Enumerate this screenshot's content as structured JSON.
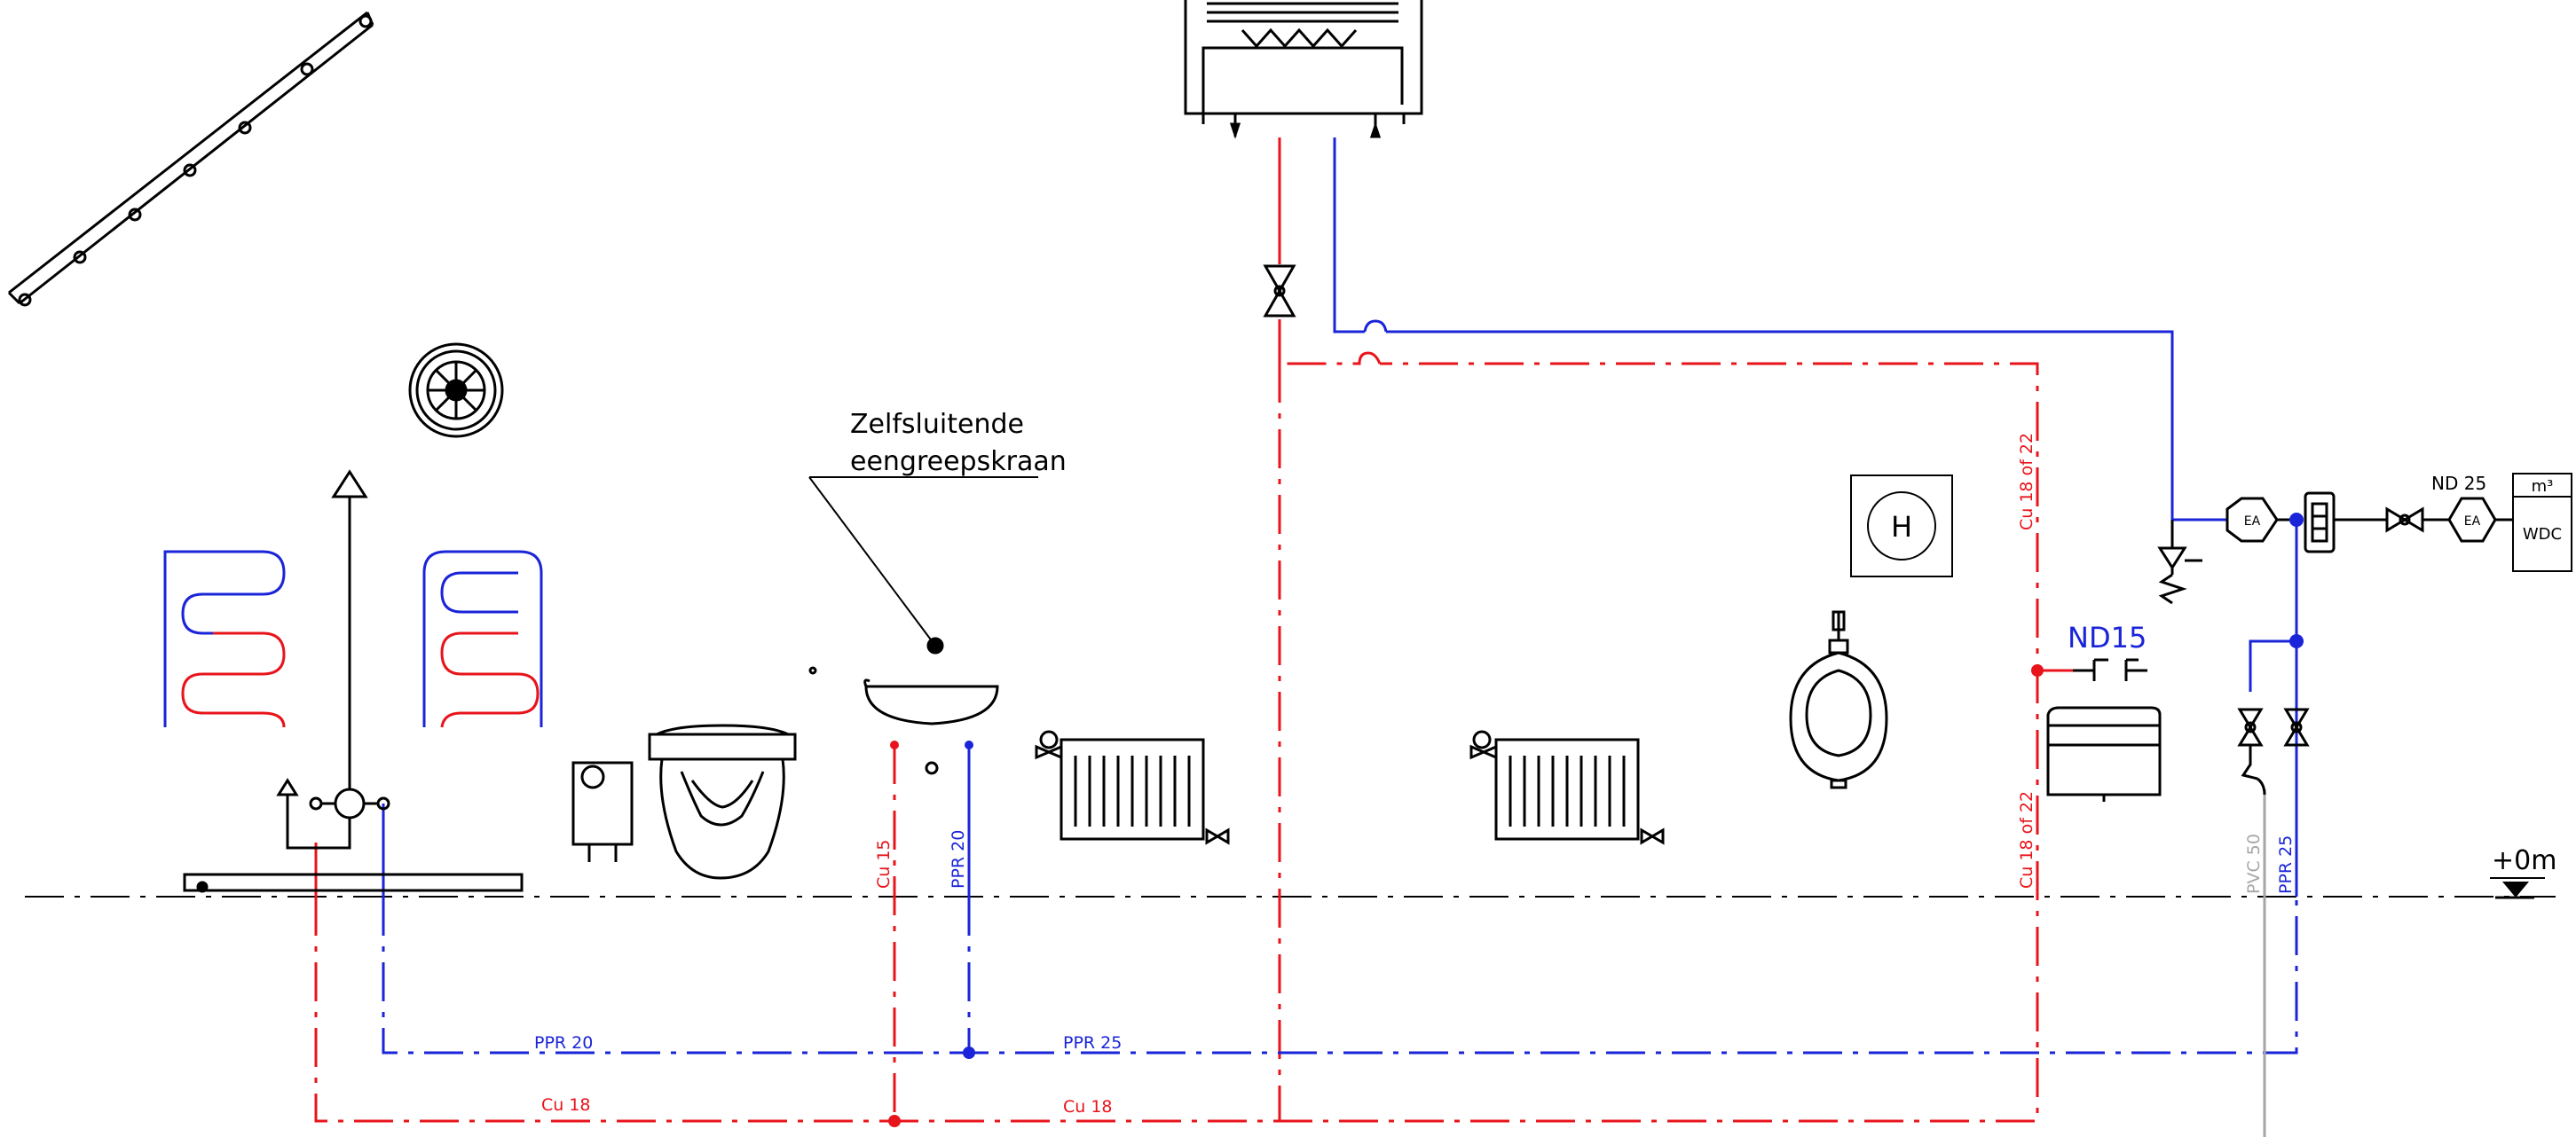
{
  "annotation": {
    "line1": "Zelfsluitende",
    "line2": "eengreepskraan"
  },
  "heater_symbol": "H",
  "pipe_labels": {
    "cu15": "Cu 15",
    "ppr20_riser": "PPR 20",
    "ppr20_horizontal": "PPR 20",
    "ppr25_horizontal": "PPR 25",
    "cu18_left": "Cu 18",
    "cu18_mid": "Cu 18",
    "cu18of22_upper": "Cu 18 of 22",
    "cu18of22_lower": "Cu 18 of 22",
    "pvc50": "PVC 50",
    "ppr25_riser": "PPR 25"
  },
  "valve_label": "ND15",
  "meter": {
    "size": "ND 25",
    "unit": "m³",
    "name": "WDC"
  },
  "ea_label": "EA",
  "level": "+0m",
  "colors": {
    "hot": "#e8141b",
    "cold": "#1a24d8",
    "drain": "#a6a6a6",
    "line": "#000000"
  },
  "icons": [
    "solar-collector-icon",
    "fan-icon",
    "floor-heating-icon",
    "shower-mixer-icon",
    "water-heater-icon",
    "toilet-icon",
    "washbasin-icon",
    "radiator-icon",
    "urinal-icon",
    "cistern-icon",
    "boiler-icon",
    "water-meter-icon",
    "check-valve-icon",
    "pressure-reducer-icon",
    "safety-valve-icon",
    "stop-valve-icon"
  ]
}
